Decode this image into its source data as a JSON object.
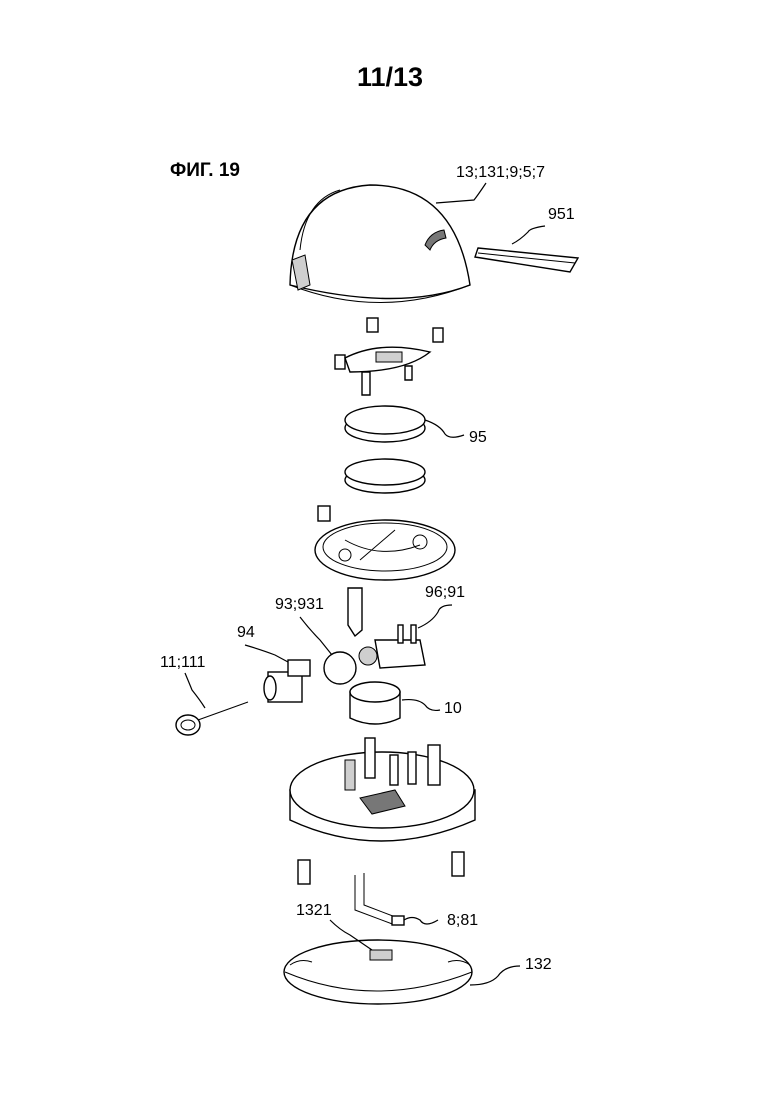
{
  "sheet": {
    "number": "11/13"
  },
  "figure": {
    "title": "ФИГ. 19"
  },
  "labels": {
    "dome": "13;131;9;5;7",
    "card": "951",
    "battery": "95",
    "switch": "96;91",
    "ball": "93;931",
    "lock": "94",
    "key": "11;111",
    "sleeve": "10",
    "opening": "1321",
    "contact": "8;81",
    "bottom_plate": "132"
  }
}
